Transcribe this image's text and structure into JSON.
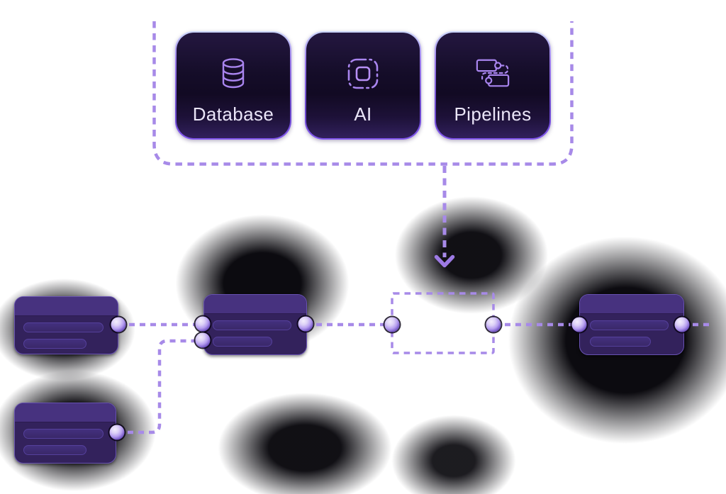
{
  "diagram": {
    "title_hidden": "",
    "cards": [
      {
        "label": "Database",
        "icon": "database-icon"
      },
      {
        "label": "AI",
        "icon": "ai-chip-icon"
      },
      {
        "label": "Pipelines",
        "icon": "pipelines-icon"
      }
    ],
    "bracket": {
      "type": "dashed-funnel",
      "arrow_direction": "down"
    },
    "flow": {
      "nodes": [
        {
          "id": "node-left",
          "rows": 2,
          "ports": [
            "out-right"
          ]
        },
        {
          "id": "node-middle",
          "rows": 2,
          "ports": [
            "in-left-top",
            "in-left-bottom",
            "out-right"
          ]
        },
        {
          "id": "drop-target",
          "rows": 0,
          "type": "dashed-placeholder",
          "ports": [
            "in-left",
            "out-right"
          ]
        },
        {
          "id": "node-right",
          "rows": 2,
          "ports": [
            "in-left",
            "out-right"
          ]
        },
        {
          "id": "node-bottom-left",
          "rows": 2,
          "ports": [
            "out-right"
          ]
        }
      ],
      "connections": [
        {
          "from": "node-left",
          "to": "node-middle"
        },
        {
          "from": "node-middle",
          "to": "drop-target"
        },
        {
          "from": "drop-target",
          "to": "node-right"
        },
        {
          "from": "node-right",
          "to": "canvas-right-edge"
        },
        {
          "from": "node-bottom-left",
          "to": "node-middle",
          "shape": "elbow"
        }
      ]
    }
  },
  "colors": {
    "accent": "#a78ae8",
    "arrow": "#9d7ae4",
    "icon-stroke": "#a985ef",
    "card-text": "#eae5f8",
    "node-header": "#47327f",
    "node-body": "#33225c",
    "node-border": "#6852b2",
    "pill-bg": "#3e2b72",
    "pill-border": "#55409c"
  }
}
